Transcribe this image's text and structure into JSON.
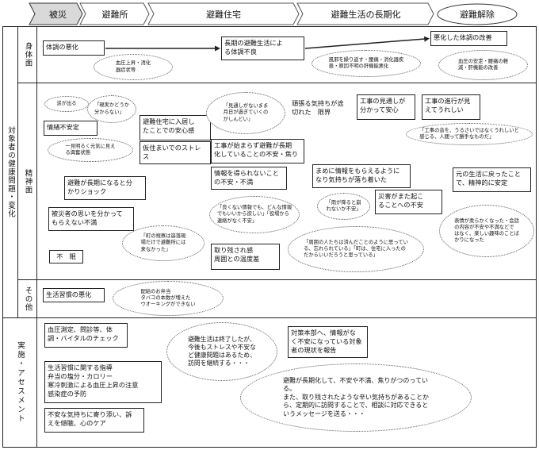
{
  "stages": {
    "hisai": "被災",
    "hinanjo": "避難所",
    "hinan_jutaku": "避難住宅",
    "chokika": "避難生活の長期化",
    "kaijo": "避難解除"
  },
  "rows": {
    "main_label": "対象者の健康問題・変化",
    "shintai": "身体面",
    "seishin": "精神面",
    "sonota": "その他",
    "jisshi": "実施・アセスメント"
  },
  "shintai": {
    "box1": "体調の悪化",
    "bubble1": "血圧上昇・消化\n器症状等",
    "box2": "長期の避難生活によ\nる体調不良",
    "bubble2": "風邪を繰り返す・腰痛・消化器疾\n患・原因不明の肝機能悪化",
    "box3": "悪化した体調の改善",
    "bubble3": "血圧の安定・腰痛の軽\n減・肝機能の改善"
  },
  "seishin": {
    "bubble_namida": "涙が出る",
    "bubble_akaruku": "「現実かどうか\n分からない」",
    "box_fuantei": "情緒不安定",
    "bubble_genki": "一見明るく元気に見え\nる興奮状態",
    "box_anshin": "避難住宅に入居し\nたことでの安心感",
    "box_karizumai": "仮住まいでのストレ\nス",
    "bubble_mitoshi": "「見通しがないまま\n月日が過ぎていくの\nがしんどい」",
    "box_ganbaru": "頑張る気持ちが途\n切れた　限界",
    "box_koji_mitoshi": "工事の見通しが\n分かって安心",
    "box_koji_shinko": "工事の進行が見\nえてうれしい",
    "bubble_oto": "「工事の音を、うるさいではなくうれしいと\n感じる、人間って勝手なものだ」",
    "box_koji_hajimarazu": "工事が始まらず避難が長期\n化していることの不安・焦り",
    "box_chokika_shock": "避難が長期になると分\nかりショック",
    "box_joho_erarenai": "情報を得られないこと\nの不安・不満",
    "box_matomete": "まめに情報をもらえるように\nなり気持ちが落ち着いた",
    "bubble_yoi_joho": "「良くない情報でも、どんな情報\nでもいいから欲しい」「役場から\n連絡がなく不安」",
    "bubble_ame": "「雨が降ると崩\nれないか不安」",
    "box_saigai": "災害がまた起こ\nることへの不安",
    "box_moto_seikatsu": "元の生活に戻ったこと\nで、精神的に安定",
    "box_omoi": "被災者の思いを分かって\nもらえない不満",
    "bubble_machi": "「町の視察は崩落現\n場だけで避難所には\n来なかった」",
    "box_fumin": "不　眠",
    "box_torinokosare": "取り残され感\n周囲との温度差",
    "bubble_shui": "「周囲の人たちは済んだことのように思ってい\nる、忘れられている」「町は、住宅に入ったの\nだからいいだろうと思っている」",
    "bubble_hyojo": "表情が柔らかくなった・会話\nの内容が不安や不満などで\nはなく、楽しい趣味のことば\nかりになった"
  },
  "sonota": {
    "box_seikatsu": "生活習慣の悪化",
    "bubble_bento": "配給のお弁当\nタバコの本数が増えた\nウオーキングができない"
  },
  "jisshi": {
    "box_ketsuatsu": "血圧測定、問診等、体\n調・バイタルのチェック",
    "box_shido": "生活習慣に関する指導\n弁当の塩分・カロリー\n寒冷刺激による血圧上昇の注意\n感染症の予防",
    "box_yorisoi": "不安な気持ちに寄り添い、訴\nえを傾聴、心のケア",
    "oval_shuryo": "避難生活は終了したが、\n今後もストレスや不安な\nど健康問題はあるため、\n訪問を継続する・・・",
    "box_taisaku": "対策本部へ、情報がな\nく不安になっている対象\n者の現状を報告",
    "oval_chokika": "避難が長期化して、不安や不満、焦りがつのってい\nる。\nまた、取り残されたような辛い気持ちがあることか\nら、定期的に訪問することで、相談に対応できると\nいうメッセージを送る・・・"
  }
}
